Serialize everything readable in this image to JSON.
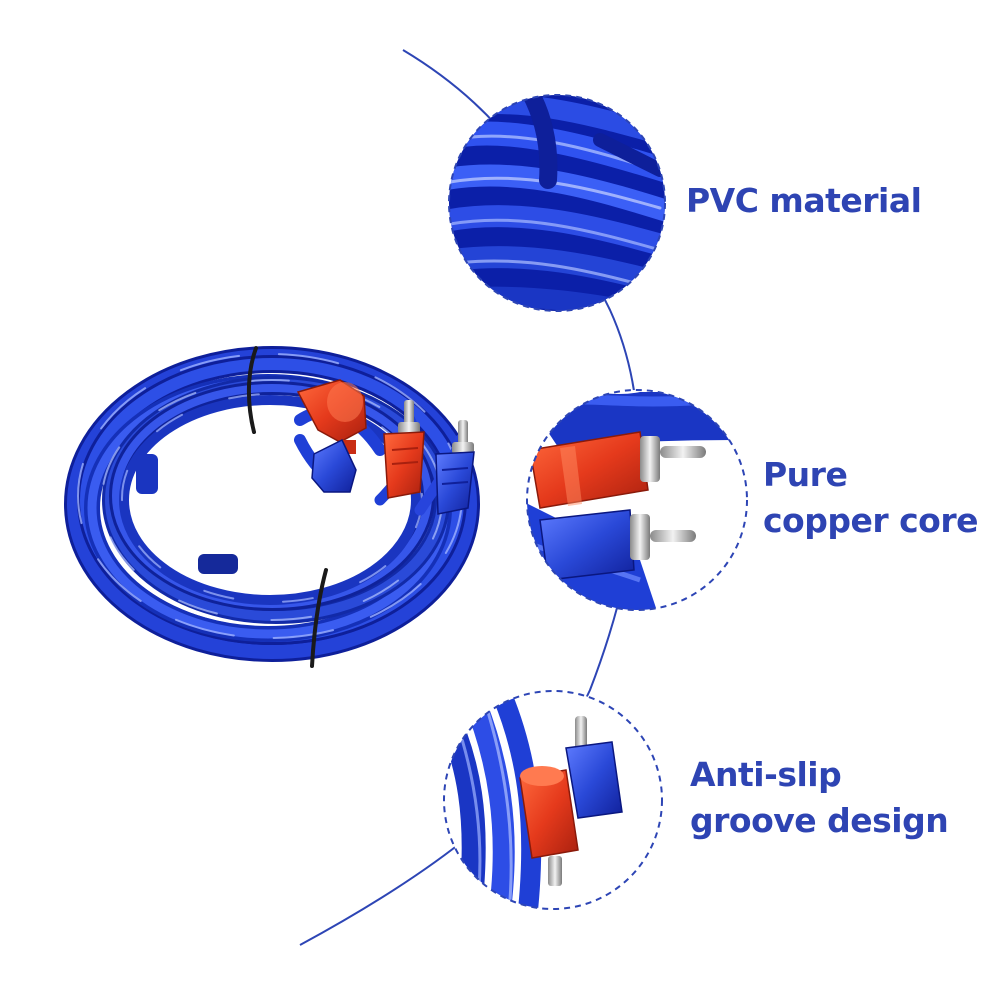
{
  "features": [
    {
      "id": "pvc",
      "lines": [
        "PVC material"
      ]
    },
    {
      "id": "copper",
      "lines": [
        "Pure",
        "copper core"
      ]
    },
    {
      "id": "antislip",
      "lines": [
        "Anti-slip",
        "groove design"
      ]
    }
  ],
  "colors": {
    "accent": "#2d45b5",
    "label_text": "#2e44b3",
    "cable_blue": "#1f3fd6",
    "cable_dark": "#0e1f9a",
    "cable_light": "#6f8cff",
    "plug_red": "#e53a1c",
    "plug_red_dark": "#a8200f",
    "metal": "#d9d9d9",
    "zip_tie": "#1a1a1a"
  },
  "icons": [
    "cable-coil",
    "rca-plug-red",
    "rca-plug-blue",
    "zip-tie"
  ]
}
